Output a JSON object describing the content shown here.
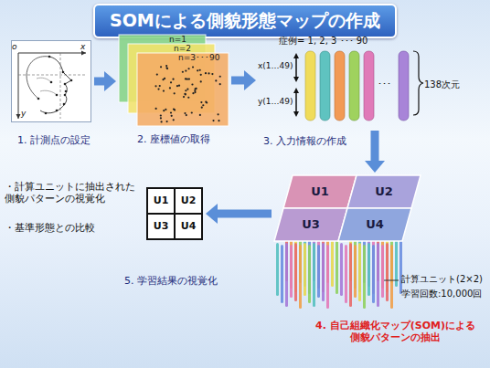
{
  "diagram": {
    "title": "SOMによる側貌形態マップの作成",
    "nodes": [
      {
        "text": [
          "1. 計測点の設定"
        ]
      },
      {
        "text": [
          "n=1",
          "n=2",
          "n=3･･･90",
          "2. 座標値の取得"
        ]
      },
      {
        "text": [
          "症例= 1, 2, 3 ･･･ 90",
          "3. 入力情報の作成"
        ]
      },
      {
        "text": [
          "4. 自己組織化マップ(SOM)による 側貌パターンの抽出"
        ]
      },
      {
        "text": [
          "U1"
        ],
        "in": 3
      },
      {
        "text": [
          "U2"
        ],
        "in": 3
      },
      {
        "text": [
          "U3"
        ],
        "in": 3
      },
      {
        "text": [
          "U4"
        ],
        "in": 3
      },
      {
        "text": [
          "5. 学習結果の視覚化"
        ]
      },
      {
        "text": [
          "U1"
        ],
        "in": 8
      },
      {
        "text": [
          "U2"
        ],
        "in": 8
      },
      {
        "text": [
          "U3"
        ],
        "in": 8
      },
      {
        "text": [
          "U4"
        ],
        "in": 8
      }
    ],
    "edges": [
      {
        "from": 0,
        "to": 1,
        "arrow": "to"
      },
      {
        "from": 1,
        "to": 2,
        "arrow": "to"
      },
      {
        "from": 2,
        "to": 3,
        "arrow": "to"
      },
      {
        "from": 3,
        "to": 8,
        "arrow": "to"
      }
    ],
    "labels": [
      "o",
      "x",
      "y",
      "x(1…49)",
      "y(1…49)",
      "･･･",
      "138次元",
      "計算ユニット(2×2)",
      "学習回数:10,000回",
      "・計算ユニットに抽出された 側貌パターンの視覚化",
      "・基準形態との比較"
    ]
  }
}
